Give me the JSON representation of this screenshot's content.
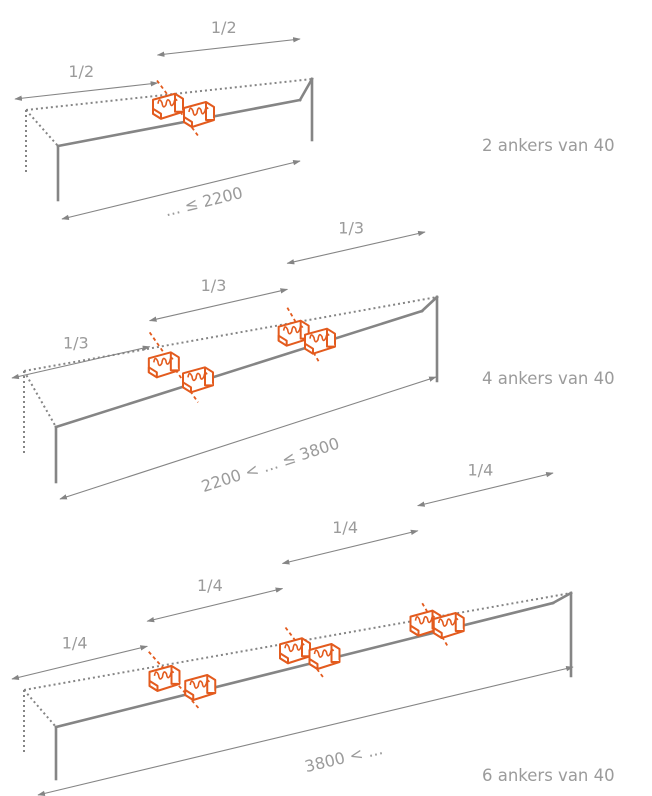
{
  "icons": {
    "anchor": "anchor-icon"
  },
  "colors": {
    "beam": "#858585",
    "anchor": "#e35b1e",
    "text": "#9b9b9b"
  },
  "diagrams": [
    {
      "fractions": [
        "1/2",
        "1/2"
      ],
      "length": "... ≤ 2200",
      "caption": "2 ankers van 40"
    },
    {
      "fractions": [
        "1/3",
        "1/3",
        "1/3"
      ],
      "length": "2200 < ... ≤ 3800",
      "caption": "4 ankers van 40"
    },
    {
      "fractions": [
        "1/4",
        "1/4",
        "1/4",
        "1/4"
      ],
      "length": "3800 < ...",
      "caption": "6 ankers van 40"
    }
  ]
}
